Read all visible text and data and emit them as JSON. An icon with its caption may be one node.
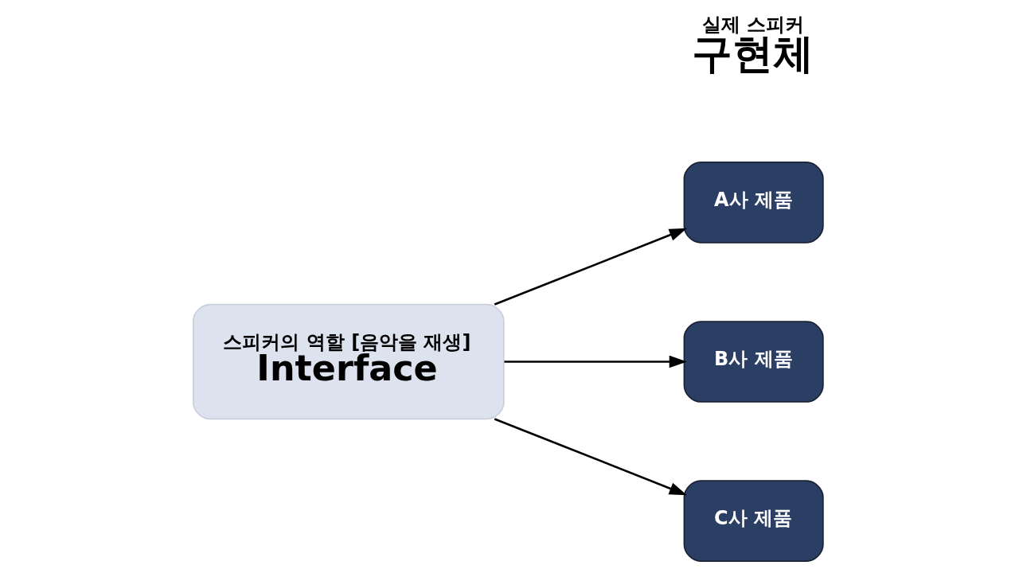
{
  "diagram": {
    "nodes": [
      {
        "text": [
          "스피커의 역할 [음악을 재생]",
          "Interface"
        ]
      },
      {
        "text": [
          "A사 제품"
        ]
      },
      {
        "text": [
          "B사 제품"
        ]
      },
      {
        "text": [
          "C사 제품"
        ]
      }
    ],
    "edges": [
      {
        "from": 0,
        "to": 1,
        "arrow": "to"
      },
      {
        "from": 0,
        "to": 2,
        "arrow": "to"
      },
      {
        "from": 0,
        "to": 3,
        "arrow": "to"
      }
    ],
    "labels": [
      "실제 스피커",
      "구현체"
    ]
  }
}
